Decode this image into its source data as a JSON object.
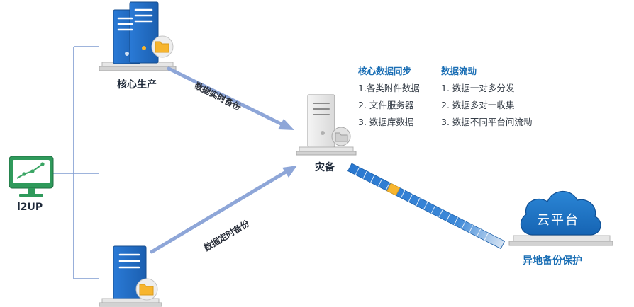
{
  "nodes": {
    "i2up": "i2UP",
    "core": "核心生产",
    "dr": "灾备",
    "cloud": "云平台",
    "offsite": "异地备份保护"
  },
  "arrows": {
    "realtime": "数据实时备份",
    "scheduled": "数据定时备份"
  },
  "lists": {
    "core_sync": {
      "title": "核心数据同步",
      "items": [
        "1.各类附件数据",
        "2. 文件服务器",
        "3. 数据库数据"
      ]
    },
    "data_flow": {
      "title": "数据流动",
      "items": [
        "1. 数据一对多分发",
        "2. 数据多对一收集",
        "3. 数据不同平台间流动"
      ]
    }
  },
  "colors": {
    "server_blue": "#1e6ec8",
    "arrow": "#8ea6d8",
    "link_line": "#7f9bd0",
    "accent_yellow": "#f7b52e",
    "monitor_green": "#3aa564",
    "cloud_blue": "#1d77c9",
    "title_blue": "#1b6fb5"
  },
  "icons": [
    "server-icon",
    "folder-icon",
    "monitor-icon",
    "cloud-icon",
    "data-pipe-icon"
  ]
}
